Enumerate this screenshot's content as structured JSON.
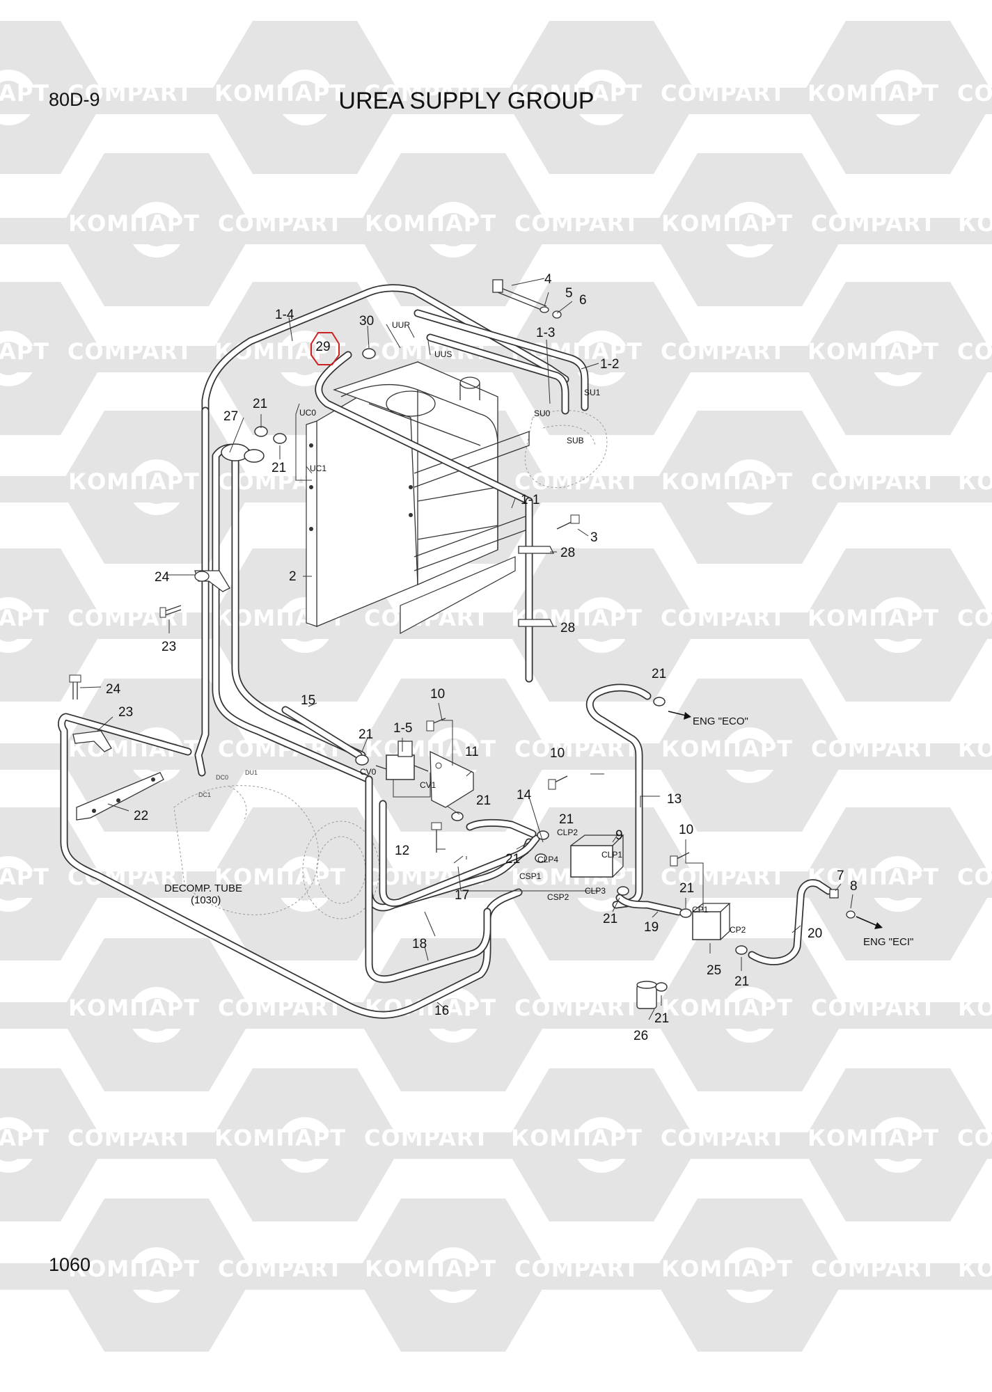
{
  "header": {
    "model": "80D-9",
    "title": "UREA SUPPLY GROUP"
  },
  "page_number": "1060",
  "watermark": {
    "left_text": "КОМПАРТ",
    "right_text": "COMPART"
  },
  "colors": {
    "highlight": "#cc2222",
    "watermark": "#e4e4e4",
    "line": "#333333"
  },
  "highlighted_part": "29",
  "parts": {
    "p1_1": "1-1",
    "p1_2": "1-2",
    "p1_3": "1-3",
    "p1_4": "1-4",
    "p1_5": "1-5",
    "p2": "2",
    "p3": "3",
    "p4": "4",
    "p5": "5",
    "p6": "6",
    "p7": "7",
    "p8": "8",
    "p9": "9",
    "p10": "10",
    "p11": "11",
    "p12": "12",
    "p13": "13",
    "p14": "14",
    "p15": "15",
    "p16": "16",
    "p17": "17",
    "p18": "18",
    "p19": "19",
    "p20": "20",
    "p21": "21",
    "p22": "22",
    "p23": "23",
    "p24": "24",
    "p25": "25",
    "p26": "26",
    "p27": "27",
    "p28": "28",
    "p29": "29",
    "p30": "30"
  },
  "ports": {
    "uur": "UUR",
    "uus": "UUS",
    "su0": "SU0",
    "su1": "SU1",
    "sub": "SUB",
    "uc0": "UC0",
    "uc1": "UC1",
    "cv0": "CV0",
    "cv1": "CV1",
    "clp1": "CLP1",
    "clp2": "CLP2",
    "clp3": "CLP3",
    "clp4": "CLP4",
    "csp1": "CSP1",
    "csp2": "CSP2",
    "cp1": "CP1",
    "cp2": "CP2",
    "dc0": "DC0",
    "dc1": "DC1",
    "du1": "DU1"
  },
  "callouts": {
    "eng_eco": "ENG \"ECO\"",
    "eng_eci": "ENG \"ECI\"",
    "decomp_line1": "DECOMP. TUBE",
    "decomp_line2": "(1030)"
  }
}
